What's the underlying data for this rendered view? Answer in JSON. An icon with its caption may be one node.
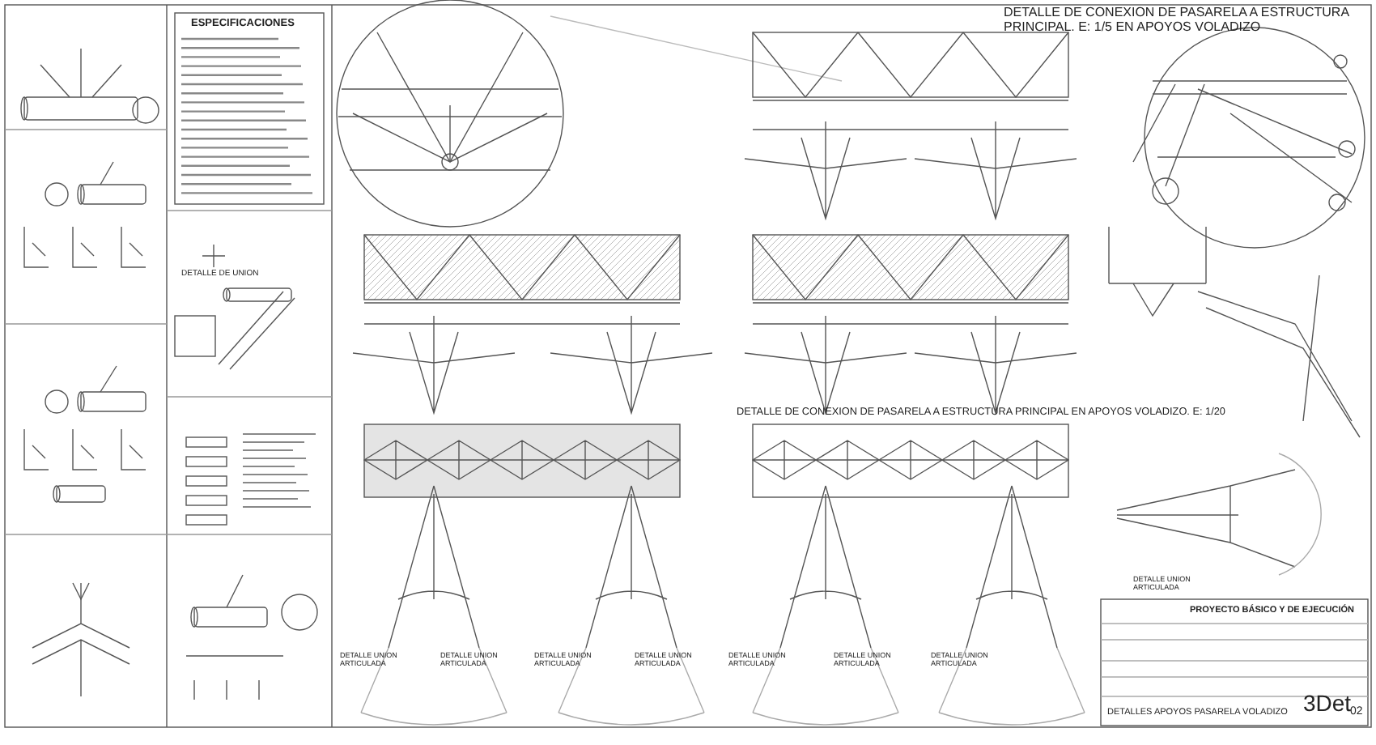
{
  "diagram": {
    "labels": [
      "ESPECIFICACIONES",
      "DETALLE DE UNION",
      "DETALLE DE CONEXION DE PASARELA A ESTRUCTURA PRINCIPAL. E: 1/5 EN APOYOS VOLADIZO",
      "DETALLE DE CONEXION DE PASARELA A ESTRUCTURA PRINCIPAL EN APOYOS VOLADIZO. E: 1/20",
      "DETALLE UNION ARTICULADA",
      "DETALLE UNION ARTICULADA",
      "DETALLE UNION ARTICULADA",
      "DETALLE UNION ARTICULADA",
      "DETALLE UNION ARTICULADA",
      "DETALLE UNION ARTICULADA",
      "DETALLE UNION ARTICULADA",
      "DETALLE UNION ARTICULADA",
      "PROYECTO BÁSICO Y DE EJECUCIÓN",
      "DETALLES APOYOS PASARELA VOLADIZO",
      "3Det",
      "02"
    ]
  }
}
